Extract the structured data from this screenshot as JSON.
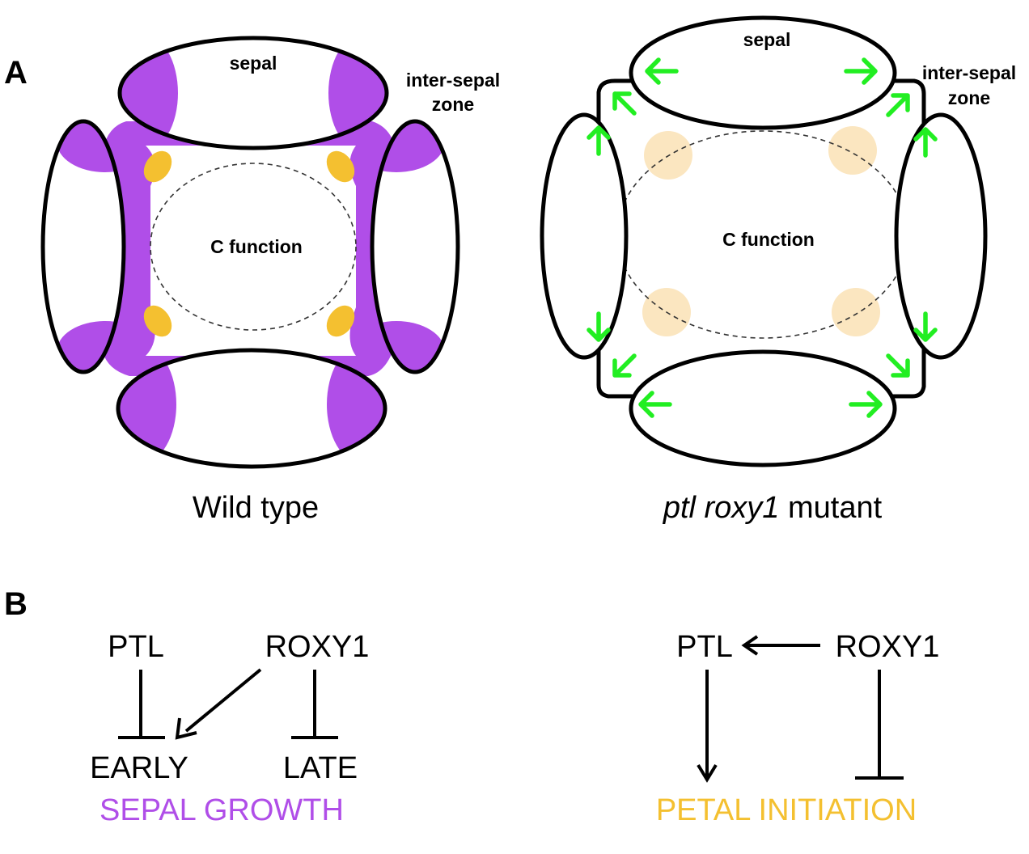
{
  "panel_a": {
    "letter": "A",
    "wild_type": {
      "sepal_label": "sepal",
      "zone_label_line1": "inter-sepal",
      "zone_label_line2": "zone",
      "center_label": "C function",
      "caption": "Wild type"
    },
    "mutant": {
      "sepal_label": "sepal",
      "zone_label_line1": "inter-sepal",
      "zone_label_line2": "zone",
      "center_label": "C function",
      "caption_italic": "ptl roxy1",
      "caption_rest": " mutant"
    }
  },
  "panel_b": {
    "letter": "B",
    "left": {
      "node_ptl": "PTL",
      "node_roxy1": "ROXY1",
      "node_early": "EARLY",
      "node_late": "LATE",
      "process": "SEPAL GROWTH"
    },
    "right": {
      "node_ptl": "PTL",
      "node_roxy1": "ROXY1",
      "process": "PETAL INITIATION"
    }
  },
  "colors": {
    "sepal_growth": "#b04ee8",
    "petal_initiation": "#f4c030",
    "petal_primordia_faded": "#fbe6c0",
    "growth_arrows": "#22ee22",
    "outline": "#000000"
  }
}
